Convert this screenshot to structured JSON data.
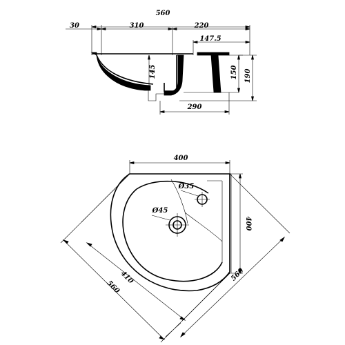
{
  "side_view": {
    "dim_total_width": "560",
    "dim_left_offset": "30",
    "dim_basin_width": "310",
    "dim_right_width": "220",
    "dim_ledge": "147.5",
    "dim_inner_depth": "145",
    "dim_bracket_height": "150",
    "dim_total_height": "190",
    "dim_bottom_width": "290"
  },
  "top_view": {
    "dim_top_edge": "400",
    "dim_right_edge": "400",
    "dim_diag_inner": "410",
    "dim_diag_outer": "560",
    "dim_diag_right": "560",
    "dim_tap_hole": "Ø35",
    "dim_drain_hole": "Ø45"
  }
}
